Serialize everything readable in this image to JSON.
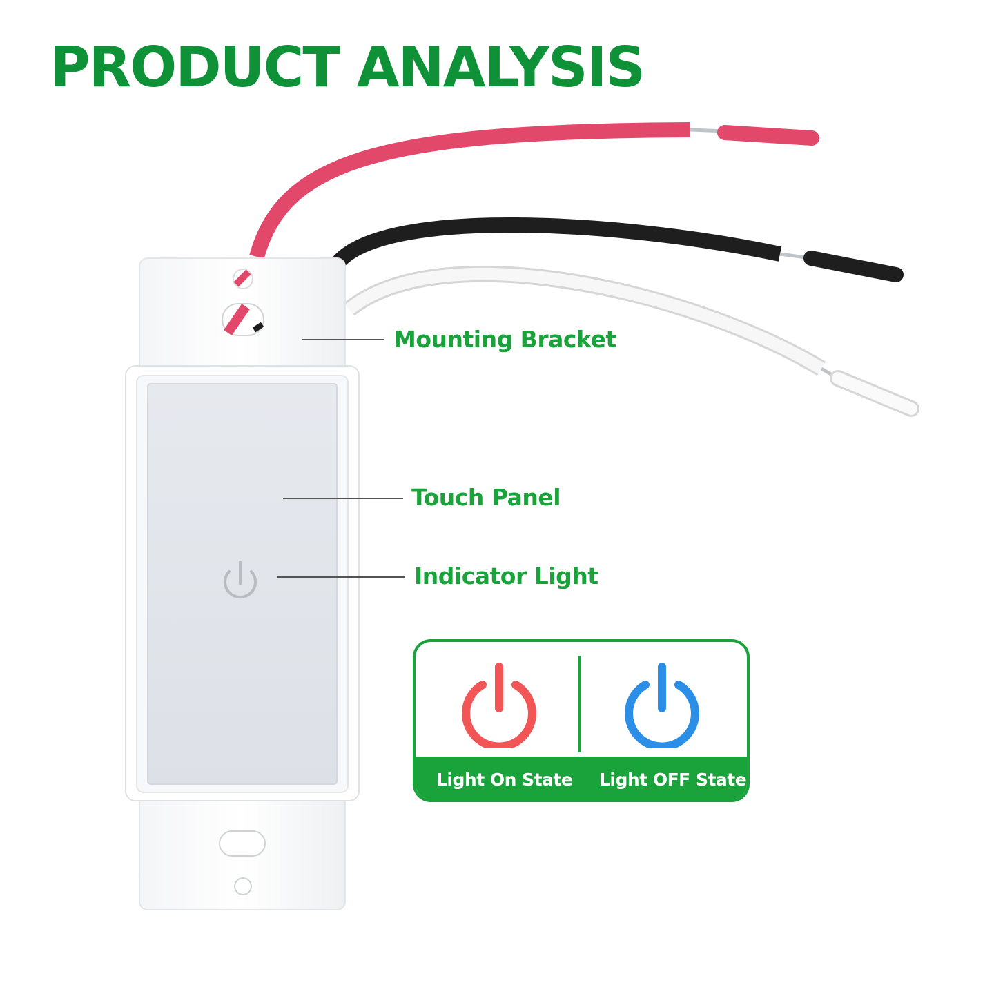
{
  "title": "PRODUCT ANALYSIS",
  "callouts": {
    "mounting_bracket": "Mounting Bracket",
    "touch_panel": "Touch Panel",
    "indicator_light": "Indicator Light"
  },
  "legend": {
    "on_label": "Light On State",
    "off_label": "Light OFF State",
    "on_icon": "power-icon",
    "off_icon": "power-icon",
    "on_color": "#f25555",
    "off_color": "#2b8fe8"
  },
  "colors": {
    "accent": "#19a33a",
    "wire_red": "#e2486a",
    "wire_black": "#1e1e1e",
    "wire_white": "#f2f2f2"
  }
}
